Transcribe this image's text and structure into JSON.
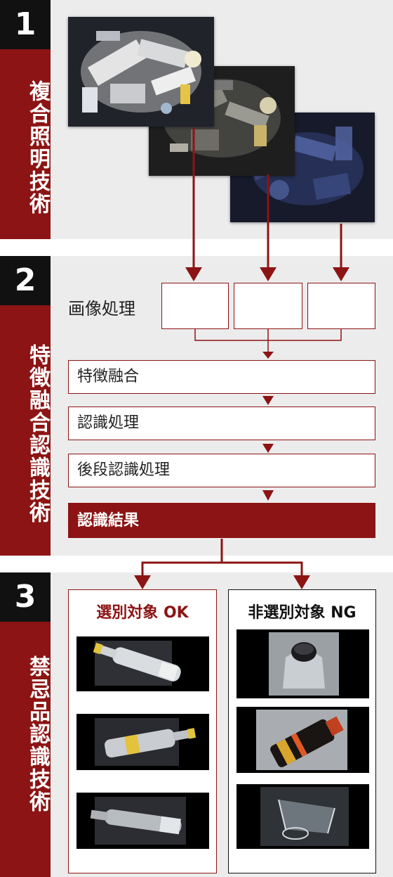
{
  "sections": [
    {
      "number": "1",
      "label": "複合照明技術"
    },
    {
      "number": "2",
      "label": "特徴融合認識技術"
    },
    {
      "number": "3",
      "label": "禁忌品認識技術"
    }
  ],
  "section1": {
    "images": [
      {
        "name": "white-light-image",
        "tint": "#b8b8b8"
      },
      {
        "name": "dim-light-image",
        "tint": "#7d7d78"
      },
      {
        "name": "blue-light-image",
        "tint": "#3c4a78"
      }
    ]
  },
  "section2": {
    "image_processing_label": "画像処理",
    "steps": [
      "特徴融合",
      "認識処理",
      "後段認識処理"
    ],
    "result_label": "認識結果"
  },
  "section3": {
    "ok": {
      "title": "選別対象 OK",
      "title_color": "#8c1414",
      "thumbs": [
        "ok-bottle-1",
        "ok-bottle-2",
        "ok-bottle-3"
      ]
    },
    "ng": {
      "title": "非選別対象 NG",
      "title_color": "#111111",
      "thumbs": [
        "ng-jar",
        "ng-can",
        "ng-glass"
      ]
    }
  },
  "colors": {
    "accent": "#8c1414",
    "panel": "#ececec",
    "dark": "#111111"
  }
}
